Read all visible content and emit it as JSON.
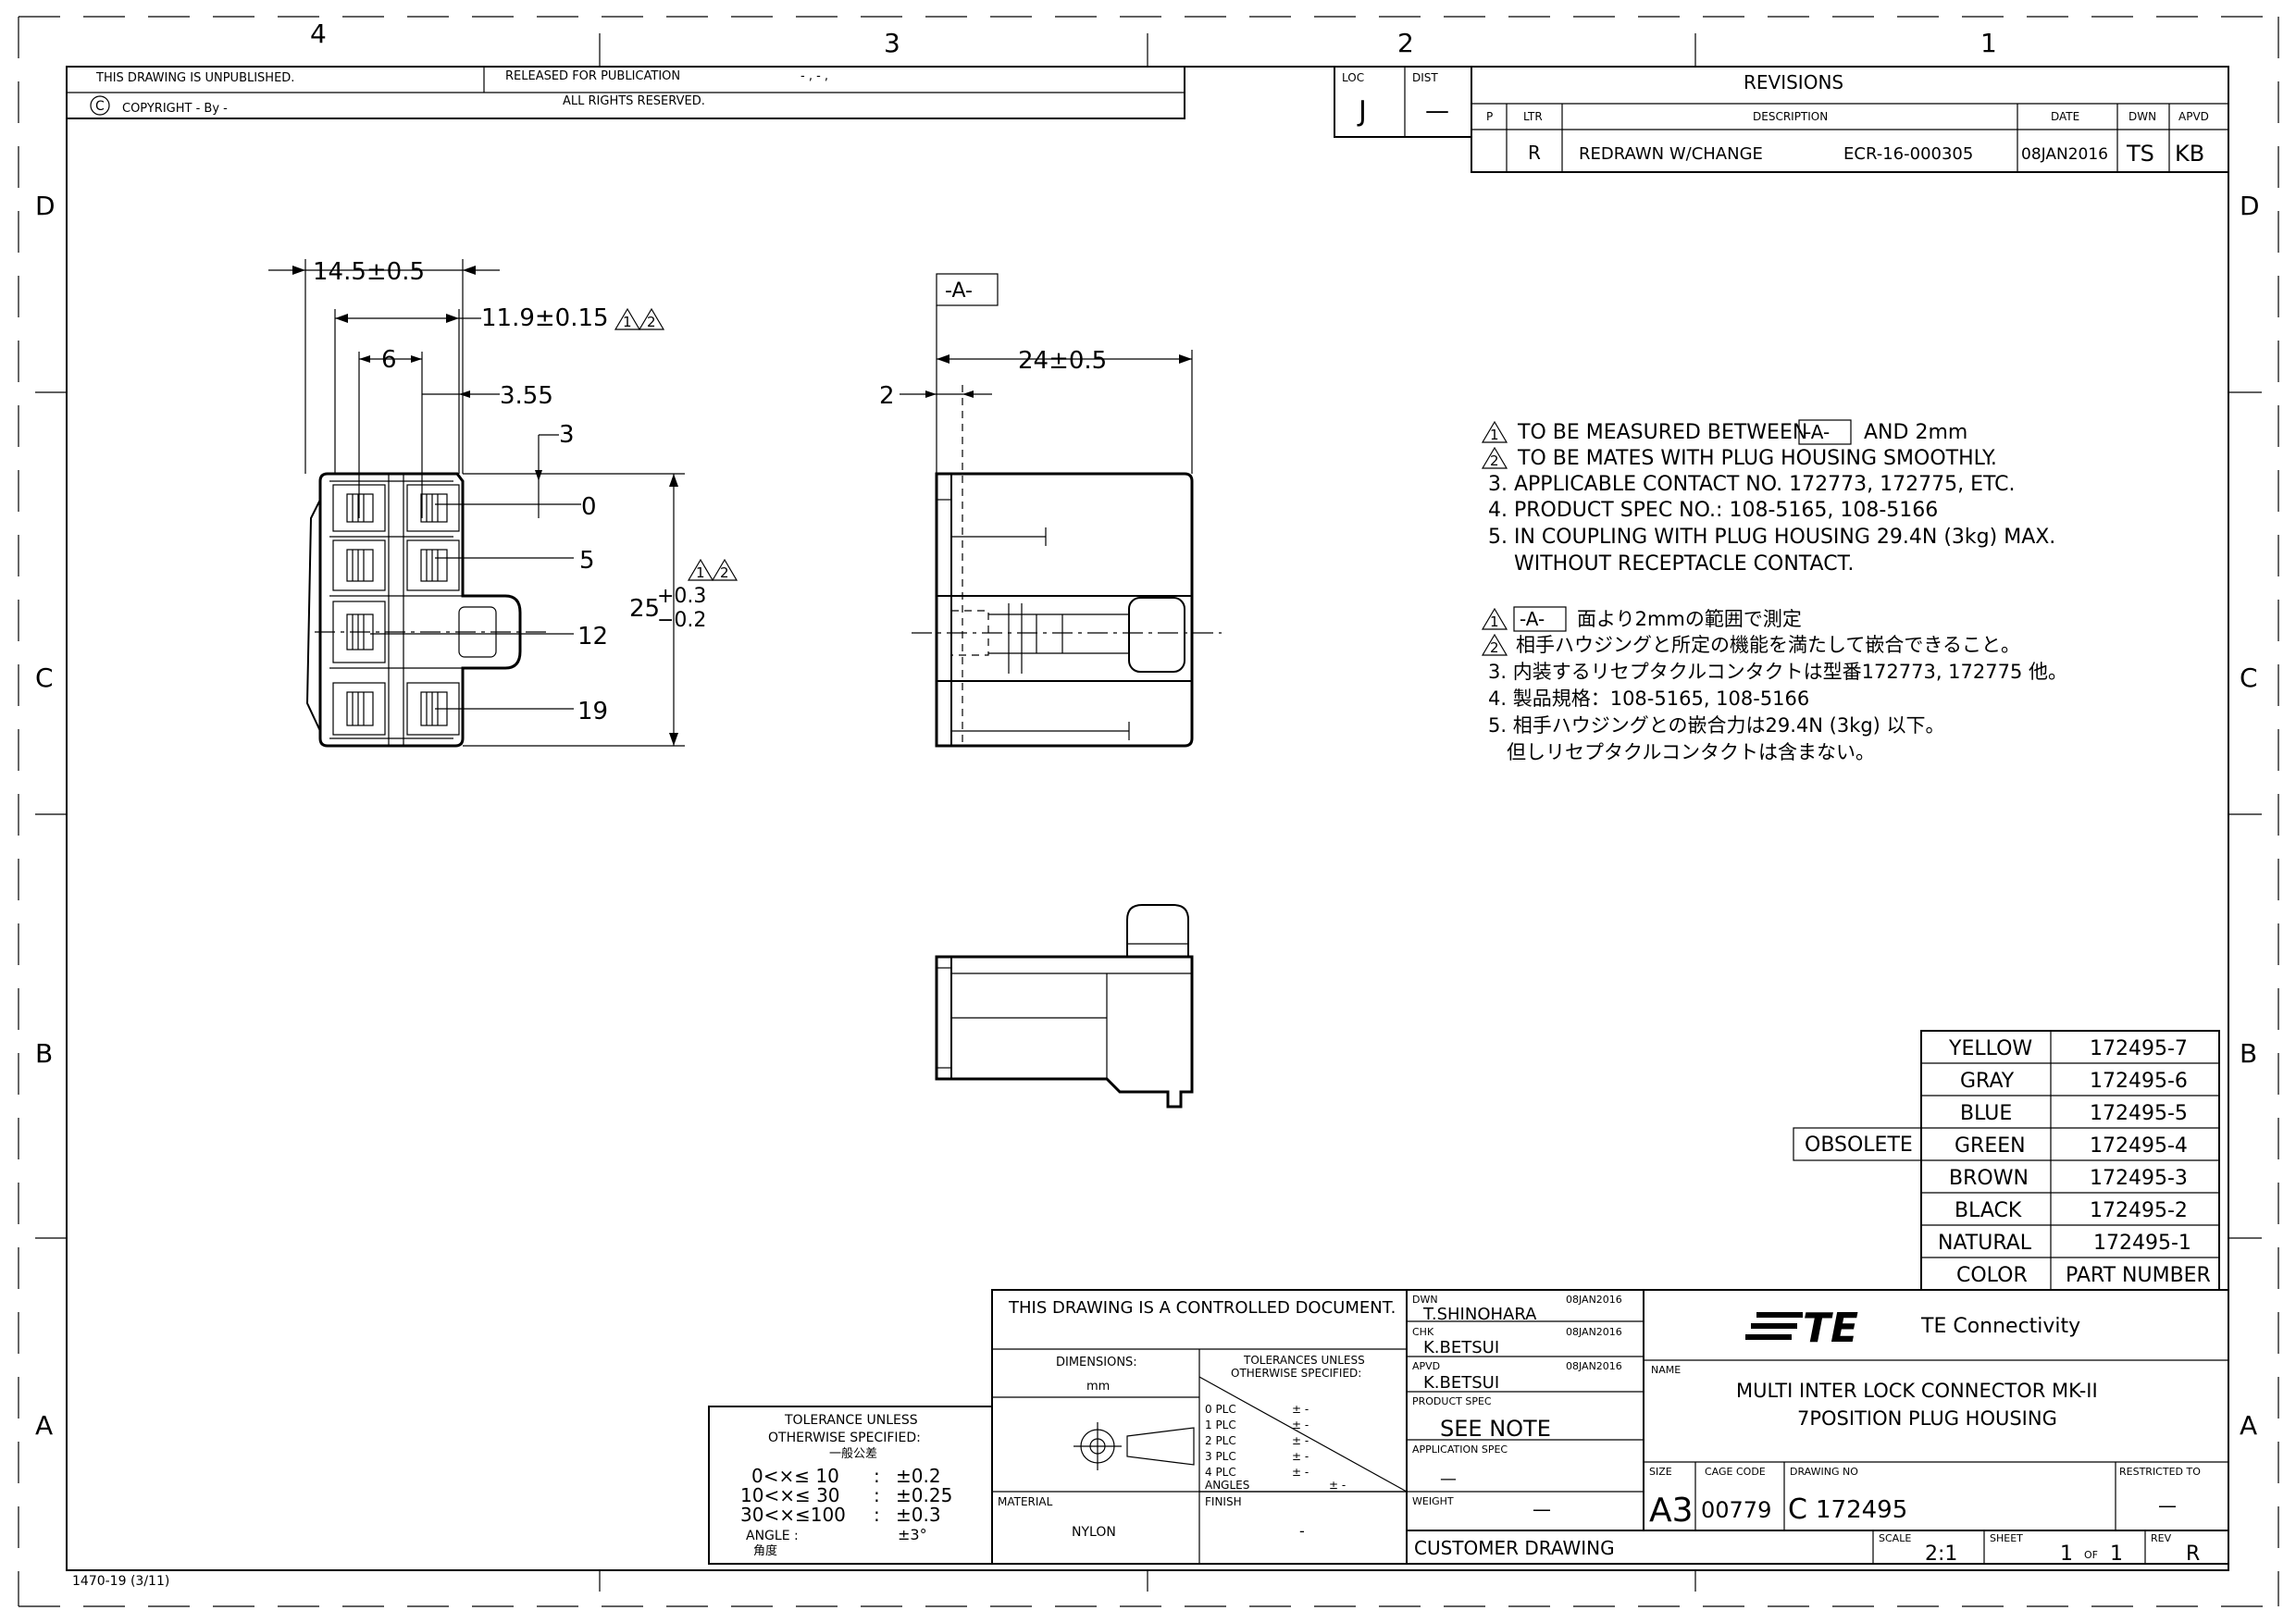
{
  "frame": {
    "zones_top": [
      "4",
      "3",
      "2",
      "1"
    ],
    "zones_side": [
      "D",
      "C",
      "B",
      "A"
    ],
    "form_number": "1470-19  (3/11)"
  },
  "header": {
    "unpublished": "THIS DRAWING IS UNPUBLISHED.",
    "released": "RELEASED FOR PUBLICATION",
    "released_value": "- , -     ,",
    "copyright": "COPYRIGHT  -      By  -",
    "copyright_symbol": "C",
    "rights": "ALL RIGHTS RESERVED."
  },
  "loc_dist": {
    "loc_label": "LOC",
    "loc_value": "J",
    "dist_label": "DIST",
    "dist_value": "—"
  },
  "revisions": {
    "title": "REVISIONS",
    "headers": [
      "P",
      "LTR",
      "DESCRIPTION",
      "DATE",
      "DWN",
      "APVD"
    ],
    "rows": [
      {
        "p": "",
        "ltr": "R",
        "description": "REDRAWN W/CHANGE",
        "ecr": "ECR-16-000305",
        "date": "08JAN2016",
        "dwn": "TS",
        "apvd": "KB"
      }
    ]
  },
  "dimensions": {
    "d14": "14.5±0.5",
    "d11": "11.9±0.15",
    "d6": "6",
    "d355": "3.55",
    "d3": "3",
    "d0": "0",
    "d5": "5",
    "d12": "12",
    "d19": "19",
    "d25": "25",
    "d25_plus": "+0.3",
    "d25_minus": "−0.2",
    "datum_a": "-A-",
    "d24": "24±0.5",
    "d2": "2",
    "flag1": "1",
    "flag2": "2"
  },
  "notes_en": [
    {
      "flag": "1",
      "text": "TO BE MEASURED BETWEEN",
      "box": "-A-",
      "tail": "AND 2mm"
    },
    {
      "flag": "2",
      "text": "TO BE MATES WITH PLUG HOUSING SMOOTHLY."
    },
    {
      "flag": "",
      "text": "3. APPLICABLE CONTACT NO. 172773, 172775, ETC."
    },
    {
      "flag": "",
      "text": "4. PRODUCT SPEC NO.: 108-5165, 108-5166"
    },
    {
      "flag": "",
      "text": "5. IN COUPLING WITH PLUG HOUSING 29.4N (3kg) MAX."
    },
    {
      "flag": "",
      "text": "    WITHOUT RECEPTACLE CONTACT."
    }
  ],
  "notes_jp": [
    {
      "flag": "1",
      "box": "-A-",
      "text": "面より2mmの範囲で測定"
    },
    {
      "flag": "2",
      "text": "相手ハウジングと所定の機能を満たして嵌合できること。"
    },
    {
      "flag": "",
      "text": "3. 内装するリセプタクルコンタクトは型番172773, 172775 他。"
    },
    {
      "flag": "",
      "text": "4. 製品規格：108-5165, 108-5166"
    },
    {
      "flag": "",
      "text": "5. 相手ハウジングとの嵌合力は29.4N (3kg) 以下。"
    },
    {
      "flag": "",
      "text": "   但しリセプタクルコンタクトは含まない。"
    }
  ],
  "color_table": {
    "header_color": "COLOR",
    "header_part": "PART NUMBER",
    "obsolete_label": "OBSOLETE",
    "rows": [
      {
        "color": "YELLOW",
        "part": "172495-7"
      },
      {
        "color": "GRAY",
        "part": "172495-6"
      },
      {
        "color": "BLUE",
        "part": "172495-5"
      },
      {
        "color": "GREEN",
        "part": "172495-4"
      },
      {
        "color": "BROWN",
        "part": "172495-3"
      },
      {
        "color": "BLACK",
        "part": "172495-2"
      },
      {
        "color": "NATURAL",
        "part": "172495-1"
      }
    ]
  },
  "tolerance_box": {
    "line1": "TOLERANCE UNLESS",
    "line2": "OTHERWISE SPECIFIED:",
    "line3": "一般公差",
    "rows": [
      {
        "range": "0<×≤  10",
        "sep": ":",
        "tol": "±0.2"
      },
      {
        "range": "10<×≤  30",
        "sep": ":",
        "tol": "±0.25"
      },
      {
        "range": "30<×≤100",
        "sep": ":",
        "tol": "±0.3"
      },
      {
        "range": "ANGLE  :",
        "sep": "",
        "tol": "±3°"
      }
    ],
    "angle_jp": "角度"
  },
  "title_block": {
    "controlled": "THIS DRAWING IS A CONTROLLED DOCUMENT.",
    "dimensions_label": "DIMENSIONS:",
    "dimensions_unit": "mm",
    "tol_title1": "TOLERANCES UNLESS",
    "tol_title2": "OTHERWISE SPECIFIED:",
    "plc": [
      {
        "label": "0 PLC",
        "val": "±  -"
      },
      {
        "label": "1 PLC",
        "val": "±  -"
      },
      {
        "label": "2 PLC",
        "val": "±  -"
      },
      {
        "label": "3 PLC",
        "val": "±  -"
      },
      {
        "label": "4 PLC",
        "val": "±  -"
      }
    ],
    "angles_label": "ANGLES",
    "angles_val": "±  -",
    "material_label": "MATERIAL",
    "material_value": "NYLON",
    "finish_label": "FINISH",
    "finish_value": "-",
    "dwn_label": "DWN",
    "dwn_name": "T.SHINOHARA",
    "dwn_date": "08JAN2016",
    "chk_label": "CHK",
    "chk_name": "K.BETSUI",
    "chk_date": "08JAN2016",
    "apvd_label": "APVD",
    "apvd_name": "K.BETSUI",
    "apvd_date": "08JAN2016",
    "product_spec_label": "PRODUCT SPEC",
    "product_spec_value": "SEE NOTE",
    "app_spec_label": "APPLICATION SPEC",
    "app_spec_value": "—",
    "weight_label": "WEIGHT",
    "weight_value": "—",
    "customer_drawing": "CUSTOMER DRAWING",
    "logo_text": "TE",
    "company": "TE Connectivity",
    "name_label": "NAME",
    "name_line1": "MULTI INTER LOCK CONNECTOR MK-II",
    "name_line2": "7POSITION PLUG HOUSING",
    "size_label": "SIZE",
    "size_value": "A3",
    "cage_label": "CAGE CODE",
    "cage_value": "00779",
    "drawing_no_label": "DRAWING NO",
    "drawing_prefix": "C",
    "drawing_no": "172495",
    "restricted_label": "RESTRICTED TO",
    "restricted_value": "—",
    "scale_label": "SCALE",
    "scale_value": "2:1",
    "sheet_label": "SHEET",
    "sheet_value": "1",
    "sheet_of": "OF",
    "sheet_total": "1",
    "rev_label": "REV",
    "rev_value": "R"
  }
}
